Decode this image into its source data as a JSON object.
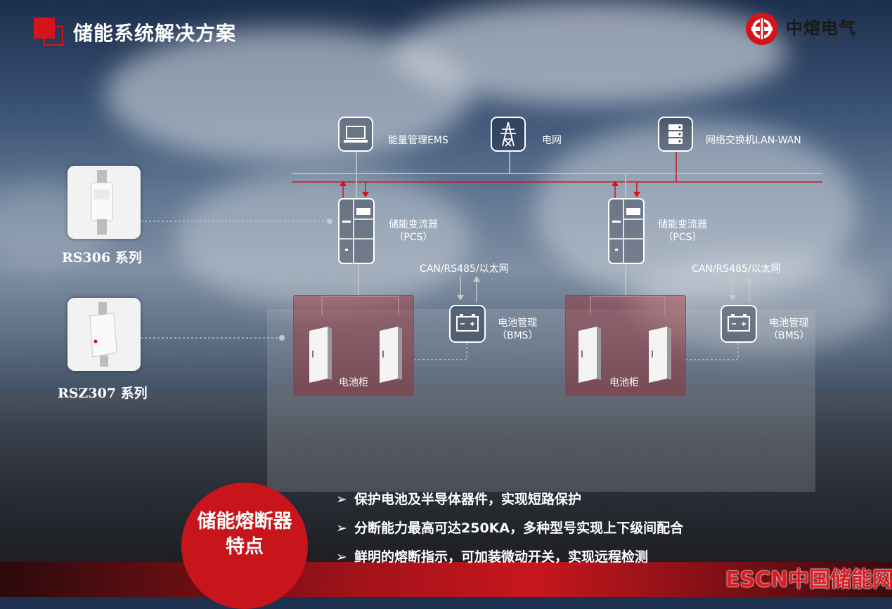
{
  "header": {
    "title": "储能系统解决方案"
  },
  "logo": {
    "name": "中熔电气",
    "sub": "SINOFUSE"
  },
  "top_nodes": {
    "ems": "能量管理EMS",
    "grid": "电网",
    "switch": "网络交换机LAN-WAN"
  },
  "pcs": {
    "line1": "储能变流器",
    "line2": "（PCS）"
  },
  "comm": "CAN/RS485/以太网",
  "bms": {
    "line1": "电池管理",
    "line2": "（BMS）"
  },
  "battery_cabinet": "电池柜",
  "fuses": [
    {
      "label": "RS306 系列"
    },
    {
      "label": "RSZ307 系列"
    }
  ],
  "features": {
    "badge_line1": "储能熔断器",
    "badge_line2": "特点",
    "items": [
      "保护电池及半导体器件，实现短路保护",
      "分断能力最高可达250KA，多种型号实现上下级间配合",
      "鲜明的熔断指示，可加装微动开关，实现远程检测"
    ],
    "bullet_symbol": "➢"
  },
  "watermark": {
    "esc": "ESCN",
    "cn": "中国储能网"
  },
  "colors": {
    "accent": "#d4141a",
    "line_grey": "#c8c8c8"
  }
}
